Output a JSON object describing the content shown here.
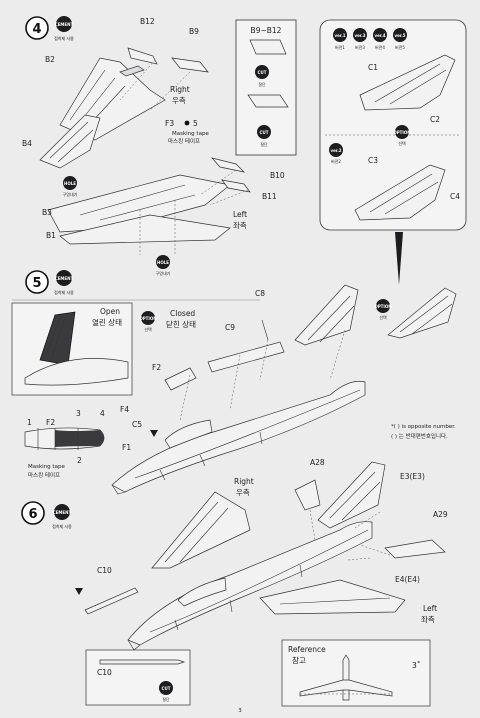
{
  "page_number": "3",
  "step4": {
    "number": "4",
    "cement": {
      "badge": "CEMENT",
      "caption": "접착제 사용"
    },
    "parts": [
      "B12",
      "B9",
      "B2",
      "B4",
      "F3",
      "B10",
      "B11",
      "B3",
      "B1"
    ],
    "masking": {
      "ref": "5",
      "label_en": "Masking tape",
      "label_ko": "마스킹 테이프"
    },
    "right": {
      "en": "Right",
      "ko": "우측"
    },
    "left": {
      "en": "Left",
      "ko": "좌측"
    },
    "hole_badge": {
      "badge": "HOLE",
      "caption": "구멍내기"
    },
    "cut_box": {
      "title": "B9~B12",
      "cut1": {
        "badge": "CUT",
        "caption": "절단"
      },
      "cut2": {
        "badge": "CUT",
        "caption": "절단"
      }
    },
    "versions": [
      {
        "badge": "ver.1",
        "caption": "버전1"
      },
      {
        "badge": "ver.3",
        "caption": "버전3"
      },
      {
        "badge": "ver.4",
        "caption": "버전4"
      },
      {
        "badge": "ver.5",
        "caption": "버전5"
      }
    ],
    "version_parts": [
      "C1",
      "C2"
    ],
    "option": {
      "badge": "OPTION",
      "caption": "선택"
    },
    "ver2": {
      "badge": "ver.2",
      "caption": "버전2"
    },
    "ver2_parts": [
      "C3",
      "C4"
    ]
  },
  "step5": {
    "number": "5",
    "cement": {
      "badge": "CEMENT",
      "caption": "접착제 사용"
    },
    "open": {
      "en": "Open",
      "ko": "열린 상태"
    },
    "closed": {
      "en": "Closed",
      "ko": "닫힌 상태"
    },
    "option": {
      "badge": "OPTION",
      "caption": "선택"
    },
    "option2": {
      "badge": "OPTION",
      "caption": "선택"
    },
    "parts": [
      "C8",
      "C9",
      "F2",
      "F4",
      "C5",
      "F1"
    ],
    "canopy_parts": [
      "1",
      "F2",
      "3",
      "4",
      "2"
    ],
    "masking": {
      "label_en": "Masking tape",
      "label_ko": "마스킹 테이프"
    },
    "opposite_note": {
      "en": "*( ) is opposite number.",
      "ko": "( ) 는 반대편번호입니다."
    }
  },
  "step6": {
    "number": "6",
    "cement": {
      "badge": "CEMENT",
      "caption": "접착제 사용"
    },
    "parts": [
      "A28",
      "E3(E3)",
      "A29",
      "E4(E4)",
      "C10"
    ],
    "right": {
      "en": "Right",
      "ko": "우측"
    },
    "left": {
      "en": "Left",
      "ko": "좌측"
    },
    "detail_part": "C10",
    "cut": {
      "badge": "CUT",
      "caption": "절단"
    },
    "reference": {
      "en": "Reference",
      "ko": "참고",
      "angle": "3˚"
    }
  },
  "colors": {
    "paper": "#ececed",
    "ink": "#222222",
    "badge": "#1d1d1f",
    "panel": "#f4f4f5"
  }
}
